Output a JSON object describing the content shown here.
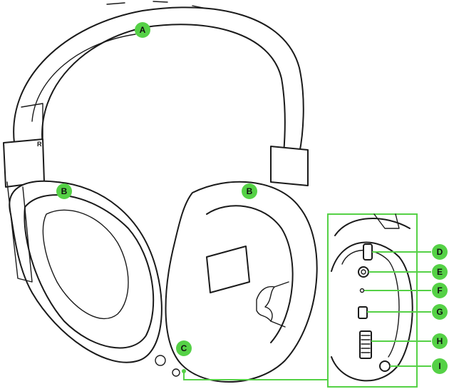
{
  "accent_color": "#55d146",
  "callouts": {
    "a": "A",
    "b_left": "B",
    "b_right": "B",
    "c": "C",
    "d": "D",
    "e": "E",
    "f": "F",
    "g": "G",
    "h": "H",
    "i": "I"
  },
  "headband_marks": {
    "right_side": "R"
  }
}
